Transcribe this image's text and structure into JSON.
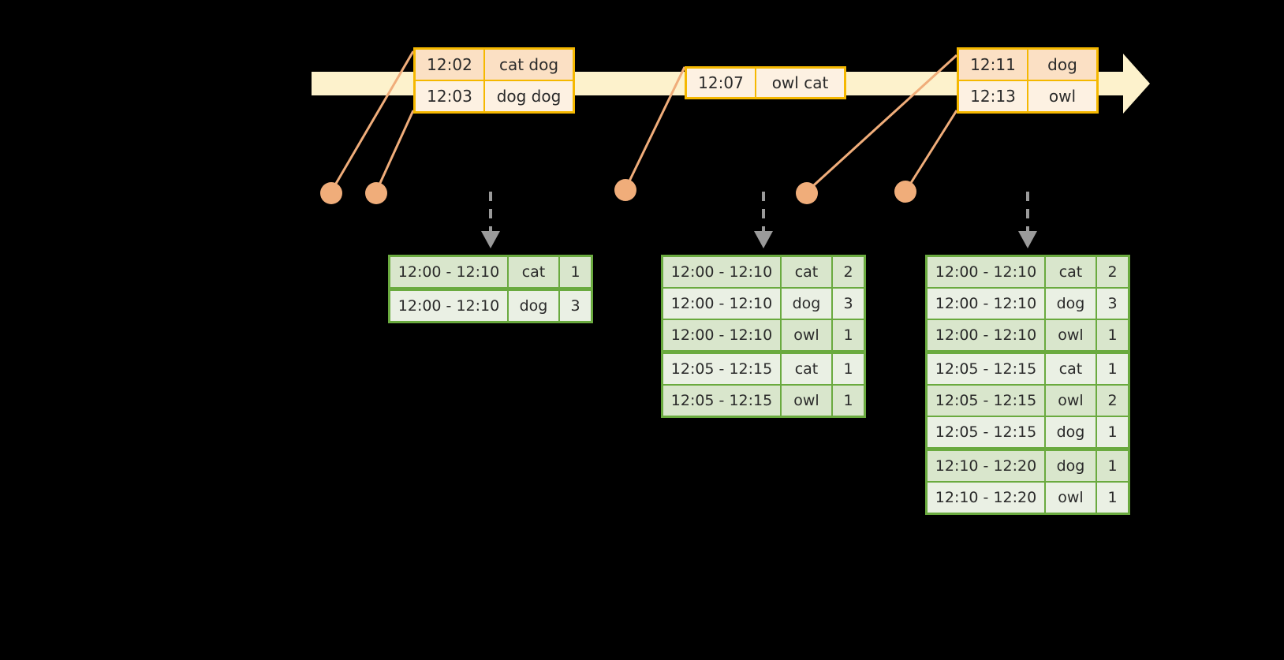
{
  "diagram": {
    "title_hidden": "",
    "colors": {
      "background": "#000000",
      "timeline_fill": "#fdf2cc",
      "event_border": "#f5b800",
      "event_fill_shade": "#fbe0c4",
      "event_fill_light": "#fdf1e2",
      "table_border": "#6aaa3f",
      "table_fill_shade": "#d9e6cc",
      "table_fill_light": "#eaf0e4",
      "dot_fill": "#f0ad7a",
      "connector_stroke": "#f0ad7a",
      "arrow_stroke": "#9a9a9a"
    }
  },
  "timeline": {
    "name": "event-timeline",
    "events": [
      {
        "id": "evt-group-1",
        "rows": [
          {
            "time": "12:02",
            "words": "cat dog"
          },
          {
            "time": "12:03",
            "words": "dog dog"
          }
        ]
      },
      {
        "id": "evt-group-2",
        "rows": [
          {
            "time": "12:07",
            "words": "owl cat"
          }
        ]
      },
      {
        "id": "evt-group-3",
        "rows": [
          {
            "time": "12:11",
            "words": "dog"
          },
          {
            "time": "12:13",
            "words": "owl"
          }
        ]
      }
    ]
  },
  "results": [
    {
      "id": "result-table-1",
      "rows": [
        {
          "window": "12:00 - 12:10",
          "word": "cat",
          "count": "1"
        },
        {
          "window": "12:00 - 12:10",
          "word": "dog",
          "count": "3"
        }
      ]
    },
    {
      "id": "result-table-2",
      "rows": [
        {
          "window": "12:00 - 12:10",
          "word": "cat",
          "count": "2"
        },
        {
          "window": "12:00 - 12:10",
          "word": "dog",
          "count": "3"
        },
        {
          "window": "12:00 - 12:10",
          "word": "owl",
          "count": "1"
        },
        {
          "window": "12:05 - 12:15",
          "word": "cat",
          "count": "1"
        },
        {
          "window": "12:05 - 12:15",
          "word": "owl",
          "count": "1"
        }
      ]
    },
    {
      "id": "result-table-3",
      "rows": [
        {
          "window": "12:00 - 12:10",
          "word": "cat",
          "count": "2"
        },
        {
          "window": "12:00 - 12:10",
          "word": "dog",
          "count": "3"
        },
        {
          "window": "12:00 - 12:10",
          "word": "owl",
          "count": "1"
        },
        {
          "window": "12:05 - 12:15",
          "word": "cat",
          "count": "1"
        },
        {
          "window": "12:05 - 12:15",
          "word": "owl",
          "count": "2"
        },
        {
          "window": "12:05 - 12:15",
          "word": "dog",
          "count": "1"
        },
        {
          "window": "12:10 - 12:20",
          "word": "dog",
          "count": "1"
        },
        {
          "window": "12:10 - 12:20",
          "word": "owl",
          "count": "1"
        }
      ]
    }
  ]
}
